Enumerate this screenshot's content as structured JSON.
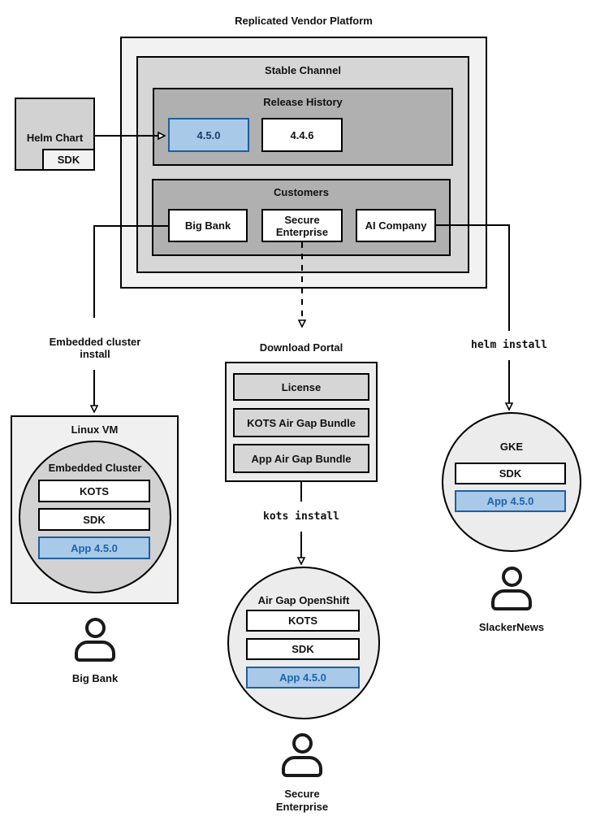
{
  "title": "Replicated Vendor Platform",
  "stable_channel": {
    "label": "Stable Channel",
    "release_history": {
      "label": "Release History",
      "releases": [
        {
          "label": "4.5.0",
          "highlight": true
        },
        {
          "label": "4.4.6",
          "highlight": false
        }
      ]
    },
    "customers": {
      "label": "Customers",
      "items": [
        {
          "label": "Big Bank"
        },
        {
          "label": "Secure Enterprise"
        },
        {
          "label": "AI Company"
        }
      ]
    }
  },
  "helm_chart": {
    "label": "Helm Chart",
    "sdk_label": "SDK"
  },
  "flows": {
    "embedded_install": "Embedded cluster\ninstall",
    "helm_install": "helm install",
    "kots_install": "kots install"
  },
  "download_portal": {
    "label": "Download Portal",
    "items": [
      {
        "label": "License"
      },
      {
        "label": "KOTS Air Gap Bundle"
      },
      {
        "label": "App Air Gap Bundle"
      }
    ]
  },
  "linux_vm": {
    "label": "Linux VM",
    "embedded_cluster": {
      "label": "Embedded Cluster",
      "components": [
        {
          "label": "KOTS",
          "highlight": false
        },
        {
          "label": "SDK",
          "highlight": false
        },
        {
          "label": "App 4.5.0",
          "highlight": true
        }
      ]
    }
  },
  "airgap_openshift": {
    "label": "Air Gap OpenShift",
    "components": [
      {
        "label": "KOTS",
        "highlight": false
      },
      {
        "label": "SDK",
        "highlight": false
      },
      {
        "label": "App 4.5.0",
        "highlight": true
      }
    ]
  },
  "gke": {
    "label": "GKE",
    "components": [
      {
        "label": "SDK",
        "highlight": false
      },
      {
        "label": "App 4.5.0",
        "highlight": true
      }
    ]
  },
  "personas": {
    "big_bank": "Big Bank",
    "secure_enterprise": "Secure\nEnterprise",
    "slackernews": "SlackerNews"
  },
  "colors": {
    "highlight_fill": "#a9c9e9",
    "highlight_border": "#1f5f9e",
    "highlight_text_release": "#1b3f66",
    "highlight_text_app": "#1c64ad",
    "gray_light": "#f2f2f2",
    "gray_mid": "#d6d6d6",
    "gray_dark": "#b0b0b0",
    "circle_fill": "#ececec",
    "cluster_circle_fill": "#d2d2d2",
    "line": "#000000"
  }
}
